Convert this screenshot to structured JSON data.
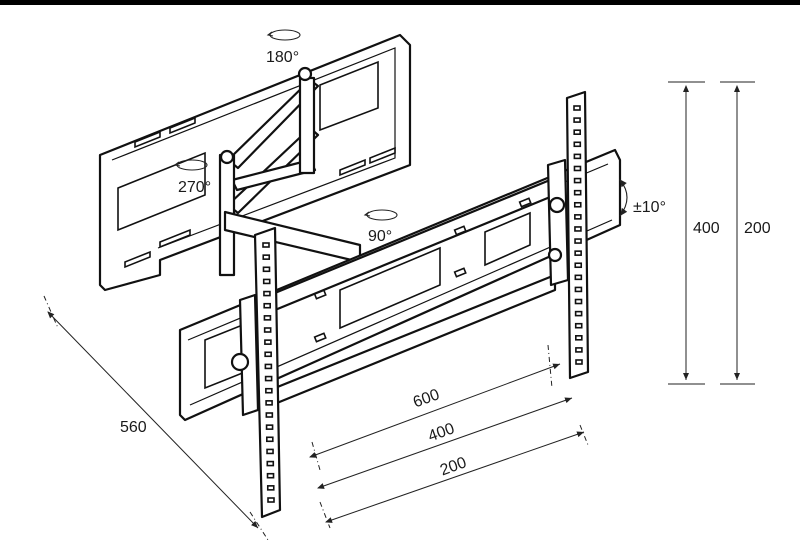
{
  "diagram": {
    "rotations": {
      "top_swivel": "180°",
      "arm_swivel": "270°",
      "plate_swivel": "90°",
      "tilt": "±10°"
    },
    "dimensions": {
      "height_outer": "400",
      "height_inner": "200",
      "depth": "560",
      "width_max": "600",
      "width_mid": "400",
      "width_min": "200"
    }
  }
}
